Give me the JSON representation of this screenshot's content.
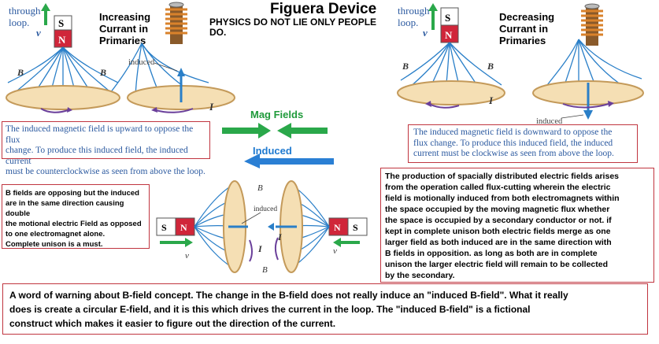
{
  "header": {
    "title": "Figuera Device",
    "tagline": "PHYSICS DO NOT LIE ONLY PEOPLE DO."
  },
  "left_panel": {
    "through_loop": [
      "through",
      "loop."
    ],
    "heading": [
      "Increasing",
      "Currant in",
      "Primaries"
    ],
    "induced_label": "induced",
    "caption": [
      "The induced magnetic field is upward to oppose the flux",
      "change.  To produce this induced field, the induced current",
      "must be counterclockwise as seen from above the loop."
    ]
  },
  "right_panel": {
    "through_loop": [
      "through",
      "loop."
    ],
    "heading": [
      "Decreasing",
      "Currant in",
      "Primaries"
    ],
    "induced_label": "induced",
    "caption": [
      "The induced magnetic field is downward to oppose the",
      "flux change.  To produce this induced field, the induced",
      "current must be clockwise as seen from above the loop."
    ]
  },
  "center": {
    "mag_fields_label": "Mag Fields",
    "induced_label": "Induced",
    "induced_small": "induced"
  },
  "symbols": {
    "B": "B",
    "v": "v",
    "I": "I",
    "S": "S",
    "N": "N"
  },
  "notes": {
    "left_box": [
      "B fields are opposing but the induced",
      "are in the same direction causing double",
      "the motional electric Field as opposed",
      "to one electromagnet alone.",
      "Complete unison is a must."
    ],
    "right_box": [
      "The production of spacially distributed electric fields arises",
      "from the operation called flux-cutting wherein the electric",
      "field is motionally induced from both electromagnets within",
      "the space occupied by the moving magnetic flux whether",
      "the space is occupied by a secondary conductor or not. if",
      "kept in complete unison both electric fields merge as one",
      "larger field as both induced are in the same direction with",
      "B fields in opposition.  as long as both are in complete",
      "unison the larger electric field will remain to be collected",
      "by the secondary."
    ],
    "warning": [
      "A word of warning about B-field concept. The change in the B-field does not really induce an \"induced B-field\". What it really",
      "does is create a circular E-field, and it is this which drives the current in the loop. The \"induced B-field\" is a fictional",
      "construct which makes it easier to figure out the direction of the current."
    ]
  },
  "colors": {
    "field_blue": "#2a7fc8",
    "ring_fill": "#f5dfb4",
    "ring_edge": "#c49a5a",
    "magnet_red": "#d0263a",
    "arrow_green": "#2aa84a",
    "arrow_blue": "#2a7fd4",
    "label_green": "#1f9a3a",
    "label_blue": "#1f7ad0",
    "current_purple": "#6a3f9a",
    "box_border": "#c0353f"
  }
}
